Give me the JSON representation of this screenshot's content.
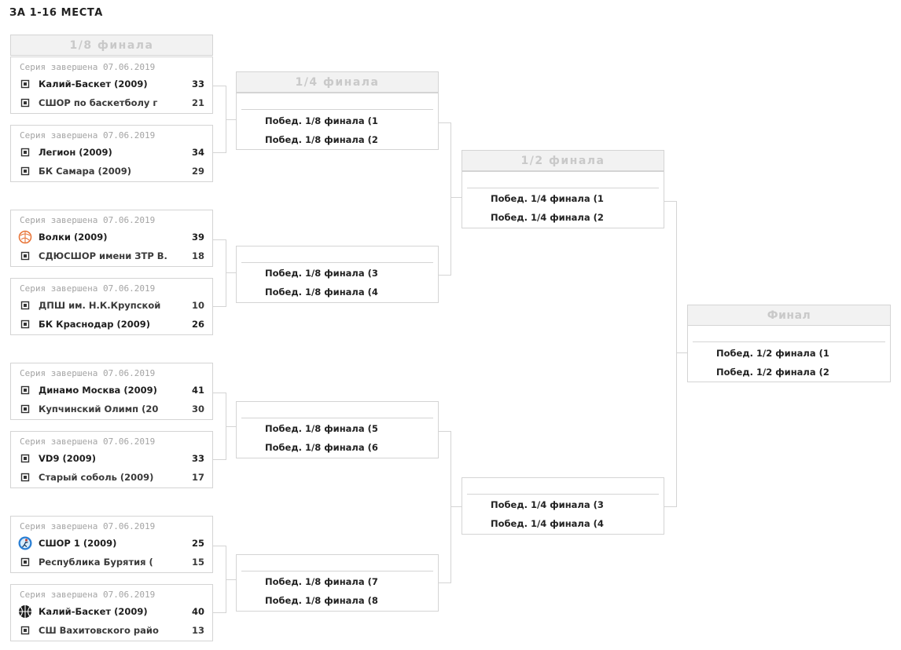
{
  "page": {
    "title": "ЗА 1-16 МЕСТА"
  },
  "rounds": {
    "r16": "1/8 финала",
    "qf": "1/4 финала",
    "sf": "1/2 финала",
    "final": "Финал"
  },
  "r16_matches": [
    {
      "status": "Серия завершена 07.06.2019",
      "team1": {
        "name": "Калий-Баскет (2009)",
        "score": "33",
        "logo": "placeholder-icon",
        "win": true
      },
      "team2": {
        "name": "СШОР по баскетболу г",
        "score": "21",
        "logo": "placeholder-icon",
        "win": false
      }
    },
    {
      "status": "Серия завершена 07.06.2019",
      "team1": {
        "name": "Легион (2009)",
        "score": "34",
        "logo": "placeholder-icon",
        "win": true
      },
      "team2": {
        "name": "БК Самара (2009)",
        "score": "29",
        "logo": "placeholder-icon",
        "win": false
      }
    },
    {
      "status": "Серия завершена 07.06.2019",
      "team1": {
        "name": "Волки (2009)",
        "score": "39",
        "logo": "volki-ball-icon",
        "win": true
      },
      "team2": {
        "name": "СДЮСШОР имени ЗТР В.",
        "score": "18",
        "logo": "placeholder-icon",
        "win": false
      }
    },
    {
      "status": "Серия завершена 07.06.2019",
      "team1": {
        "name": "ДПШ им. Н.К.Крупской",
        "score": "10",
        "logo": "placeholder-icon",
        "win": false
      },
      "team2": {
        "name": "БК Краснодар (2009)",
        "score": "26",
        "logo": "placeholder-icon",
        "win": true
      }
    },
    {
      "status": "Серия завершена 07.06.2019",
      "team1": {
        "name": "Динамо Москва (2009)",
        "score": "41",
        "logo": "placeholder-icon",
        "win": true
      },
      "team2": {
        "name": "Купчинский Олимп (20",
        "score": "30",
        "logo": "placeholder-icon",
        "win": false
      }
    },
    {
      "status": "Серия завершена 07.06.2019",
      "team1": {
        "name": "VD9 (2009)",
        "score": "33",
        "logo": "placeholder-icon",
        "win": true
      },
      "team2": {
        "name": "Старый соболь (2009)",
        "score": "17",
        "logo": "placeholder-icon",
        "win": false
      }
    },
    {
      "status": "Серия завершена 07.06.2019",
      "team1": {
        "name": "СШОР 1 (2009)",
        "score": "25",
        "logo": "sshor-player-icon",
        "win": true
      },
      "team2": {
        "name": "Республика Бурятия (",
        "score": "15",
        "logo": "placeholder-icon",
        "win": false
      }
    },
    {
      "status": "Серия завершена 07.06.2019",
      "team1": {
        "name": "Калий-Баскет (2009)",
        "score": "40",
        "logo": "basketball-icon",
        "win": true
      },
      "team2": {
        "name": "СШ Вахитовского райо",
        "score": "13",
        "logo": "placeholder-icon",
        "win": false
      }
    }
  ],
  "qf_matches": [
    {
      "p1": "Побед. 1/8 финала (1",
      "p2": "Побед. 1/8 финала (2"
    },
    {
      "p1": "Побед. 1/8 финала (3",
      "p2": "Побед. 1/8 финала (4"
    },
    {
      "p1": "Побед. 1/8 финала (5",
      "p2": "Побед. 1/8 финала (6"
    },
    {
      "p1": "Побед. 1/8 финала (7",
      "p2": "Побед. 1/8 финала (8"
    }
  ],
  "sf_matches": [
    {
      "p1": "Побед. 1/4 финала (1",
      "p2": "Побед. 1/4 финала (2"
    },
    {
      "p1": "Побед. 1/4 финала (3",
      "p2": "Побед. 1/4 финала (4"
    }
  ],
  "final_match": {
    "p1": "Побед. 1/2 финала (1",
    "p2": "Побед. 1/2 финала (2"
  },
  "colors": {
    "border": "#d4d4d4",
    "header_bg": "#f2f2f2",
    "header_text": "#c9c9c9",
    "volki": "#e8763a",
    "sshor": "#2a7fd4"
  }
}
